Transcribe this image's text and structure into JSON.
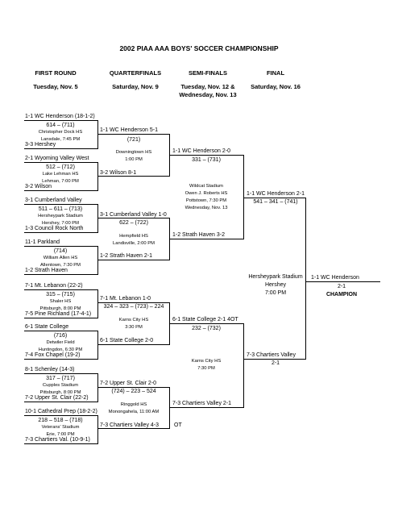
{
  "title": "2002 PIAA AAA BOYS' SOCCER CHAMPIONSHIP",
  "rounds": [
    {
      "name": "FIRST ROUND",
      "date": "Tuesday, Nov. 5"
    },
    {
      "name": "QUARTERFINALS",
      "date": "Saturday, Nov. 9"
    },
    {
      "name": "SEMI-FINALS",
      "date": "Tuesday, Nov. 12 &",
      "date2": "Wednesday, Nov. 13"
    },
    {
      "name": "FINAL",
      "date": "Saturday, Nov. 16"
    }
  ],
  "first_round": [
    {
      "top": "1-1 WC Henderson (18-1-2)",
      "score": "614 – (711)",
      "venue": "Christopher Dock HS",
      "time": "Lansdale, 7:45 PM",
      "bottom": "3-3 Hershey"
    },
    {
      "top": "2-1 Wyoming Valley West",
      "score": "512 – (712)",
      "venue": "Lake Lehman HS",
      "time": "Lehman, 7:00 PM",
      "bottom": "3-2 Wilson"
    },
    {
      "top": "3-1 Cumberland Valley",
      "score": "511 – 611 – (713)",
      "venue": "Hersheypark Stadium",
      "time": "Hershey, 7:00 PM",
      "bottom": "1-3 Council Rock North"
    },
    {
      "top": "11-1 Parkland",
      "score": "(714)",
      "venue": "William Allen HS",
      "time": "Allentown, 7:30 PM",
      "bottom": "1-2 Strath Haven"
    },
    {
      "top": "7-1 Mt. Lebanon (22-2)",
      "score": "315 – (715)",
      "venue": "Shaler HS",
      "time": "Pittsburgh, 8:00 PM",
      "bottom": "7-5 Pine Richland (17-4-1)"
    },
    {
      "top": "6-1 State College",
      "score": "(716)",
      "venue": "Detwiler Field",
      "time": "Huntingdon, 6:30 PM",
      "bottom": "7-4 Fox Chapel (19-2)"
    },
    {
      "top": "8-1 Schenley (14-3)",
      "score": "317 – (717)",
      "venue": "Cupples Stadium",
      "time": "Pittsburgh, 8:00 PM",
      "bottom": "7-2 Upper St. Clair (22-2)"
    },
    {
      "top": "10-1 Cathedral Prep (18-2-2)",
      "score": "218 – 518 – (718)",
      "venue": "Veterans' Stadium",
      "time": "Erie, 7:00 PM",
      "bottom": "7-3 Chartiers Val. (10-9-1)"
    }
  ],
  "quarterfinals": [
    {
      "top": "1-1 WC Henderson 5-1",
      "score": "(721)",
      "venue": "Downingtown HS",
      "time": "1:00 PM",
      "bottom": "3-2 Wilson 8-1"
    },
    {
      "top": "3-1 Cumberland Valley 1-0",
      "score": "622 – (722)",
      "venue": "Hempfield HS",
      "time": "Landisville, 2:00 PM",
      "bottom": "1-2 Strath Haven 2-1"
    },
    {
      "top": "7-1 Mt. Lebanon 1-0",
      "score": "324 – 323 – (723) – 224",
      "venue": "Karns City HS",
      "time": "3:30 PM",
      "bottom": "6-1 State College 2-0"
    },
    {
      "top": "7-2 Upper St. Clair 2-0",
      "score": "(724) – 223 – 524",
      "venue": "Ringgold HS",
      "time": "Monongahela, 11:00 AM",
      "bottom": "7-3 Chartiers Valley 4-3"
    }
  ],
  "qf_note": "OT",
  "semifinals": [
    {
      "top": "1-1 WC Henderson 2-0",
      "score": "331 – (731)",
      "venue1": "Wildcat Stadium",
      "venue2": "Owen J. Roberts HS",
      "venue3": "Pottstown, 7:30 PM",
      "venue4": "Wednesday, Nov. 13",
      "bottom": "1-2 Strath Haven 3-2"
    },
    {
      "top": "6-1 State College 2-1 4OT",
      "score": "232 – (732)",
      "venue1": "Karns City HS",
      "venue2": "7:30 PM",
      "bottom": "7-3 Chartiers Valley 2-1"
    }
  ],
  "final": {
    "top": "1-1 WC Henderson 2-1",
    "score": "541 – 341 – (741)",
    "venue": "Hersheypark Stadium",
    "city": "Hershey",
    "time": "7:00 PM",
    "bottom": "7-3 Chartiers Valley",
    "bottom_score": "2-1"
  },
  "champion": {
    "team": "1-1 WC Henderson",
    "score": "2-1",
    "label": "CHAMPION"
  }
}
